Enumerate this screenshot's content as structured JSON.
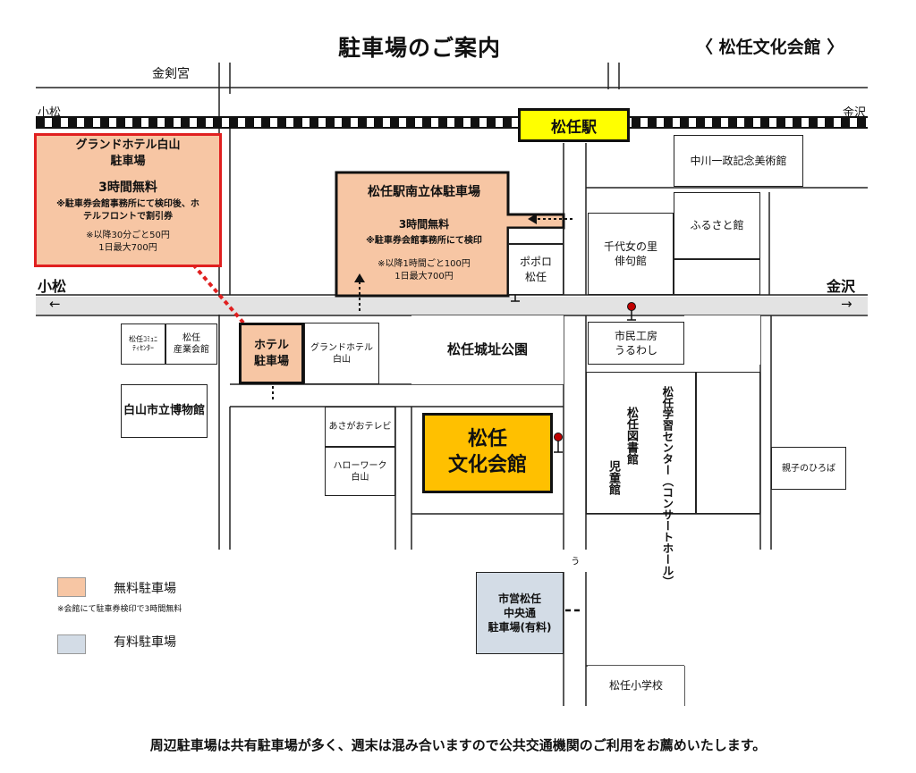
{
  "header": {
    "title": "駐車場のご案内",
    "venue": "〈 松任文化会館 〉"
  },
  "roads": {
    "kenkyu": "金剣宮",
    "rail_left": "小松",
    "rail_right": "金沢",
    "main_left": "小松",
    "main_right": "金沢",
    "arrow_left": "←",
    "arrow_right": "→",
    "break_mark": "ぅ"
  },
  "station": {
    "label": "松任駅"
  },
  "grand_hotel_parking": {
    "name": "グランドホテル白山",
    "sub": "駐車場",
    "free": "3時間無料",
    "note": "※駐車券会館事務所にて検印後、ホ\nテルフロントで割引券",
    "price": "※以降30分ごと50円\n1日最大700円"
  },
  "south_parking": {
    "name": "松任駅南立体駐車場",
    "free": "3時間無料",
    "note": "※駐車券会館事務所にて検印",
    "price": "※以降1時間ごと100円\n1日最大700円"
  },
  "hotel_parking": {
    "label": "ホテル\n駐車場"
  },
  "municipal_parking": {
    "label": "市営松任\n中央通\n駐車場(有料)"
  },
  "buildings": {
    "nakagawa": "中川一政記念美術館",
    "furusato": "ふるさと館",
    "chiyojo": "千代女の里\n俳句館",
    "popolo": "ポポロ\n松任",
    "community": "松任ｺﾐｭﾆ\nﾃｨｾﾝﾀｰ",
    "sangyo": "松任\n産業会館",
    "grand_hotel": "グランドホテル\n白山",
    "castle_park": "松任城址公園",
    "shimin": "市民工房\nうるわし",
    "museum": "白山市立博物館",
    "asagao": "あさがおテレビ",
    "hellowork": "ハローワーク\n白山",
    "bunka": "松任\n文化会館",
    "library": "松任図書館",
    "children": "児童館",
    "learning_center": "松任学習センター（コンサートホール）",
    "oyako": "親子のひろば",
    "school": "松任小学校"
  },
  "legend": {
    "free_label": "無料駐車場",
    "free_note": "※会館にて駐車券検印で3時間無料",
    "paid_label": "有料駐車場",
    "free_color": "#f7c6a4",
    "paid_color": "#d3dce6"
  },
  "footer": {
    "notice": "周辺駐車場は共有駐車場が多く、週末は混み合いますので公共交通機関のご利用をお薦めいたします。"
  }
}
